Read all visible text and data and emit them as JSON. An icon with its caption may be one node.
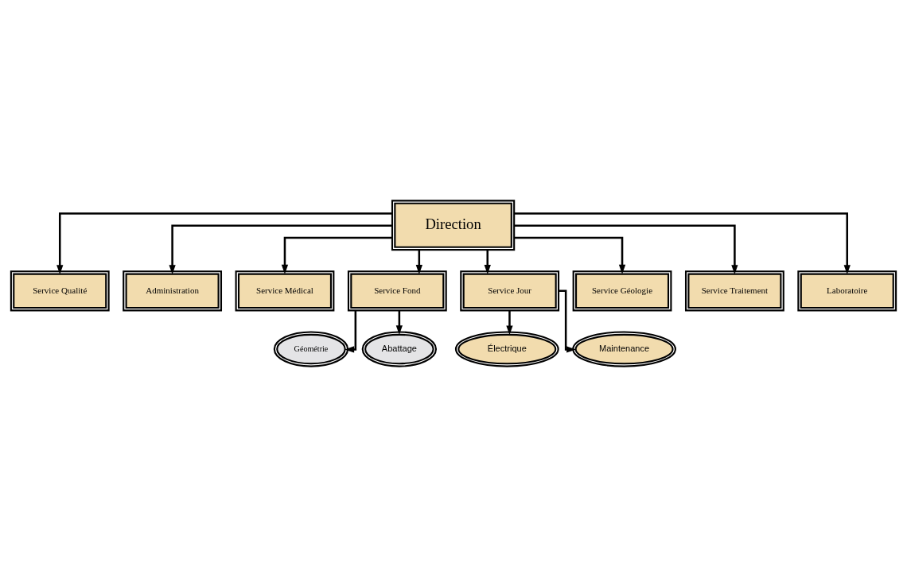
{
  "diagram": {
    "nodes": [
      {
        "text": [
          "Direction"
        ]
      },
      {
        "text": [
          "Service Qualité"
        ]
      },
      {
        "text": [
          "Administration"
        ]
      },
      {
        "text": [
          "Service Médical"
        ]
      },
      {
        "text": [
          "Service Fond"
        ]
      },
      {
        "text": [
          "Service Jour"
        ]
      },
      {
        "text": [
          "Service Géologie"
        ]
      },
      {
        "text": [
          "Service Traitement"
        ]
      },
      {
        "text": [
          "Laboratoire"
        ]
      },
      {
        "text": [
          "Géométrie"
        ]
      },
      {
        "text": [
          "Électrique"
        ]
      },
      {
        "text": [
          "Abattage"
        ]
      },
      {
        "text": [
          "Maintenance"
        ]
      }
    ],
    "edges": [
      {
        "from": 0,
        "to": 1,
        "arrow": "to"
      },
      {
        "from": 0,
        "to": 2,
        "arrow": "to"
      },
      {
        "from": 0,
        "to": 3,
        "arrow": "to"
      },
      {
        "from": 0,
        "to": 4,
        "arrow": "to"
      },
      {
        "from": 0,
        "to": 5,
        "arrow": "to"
      },
      {
        "from": 0,
        "to": 6,
        "arrow": "to"
      },
      {
        "from": 0,
        "to": 7,
        "arrow": "to"
      },
      {
        "from": 0,
        "to": 8,
        "arrow": "to"
      },
      {
        "from": 4,
        "to": 9,
        "arrow": "to"
      },
      {
        "from": 4,
        "to": 11,
        "arrow": "to"
      },
      {
        "from": 5,
        "to": 10,
        "arrow": "to"
      },
      {
        "from": 5,
        "to": 12,
        "arrow": "to"
      }
    ]
  }
}
